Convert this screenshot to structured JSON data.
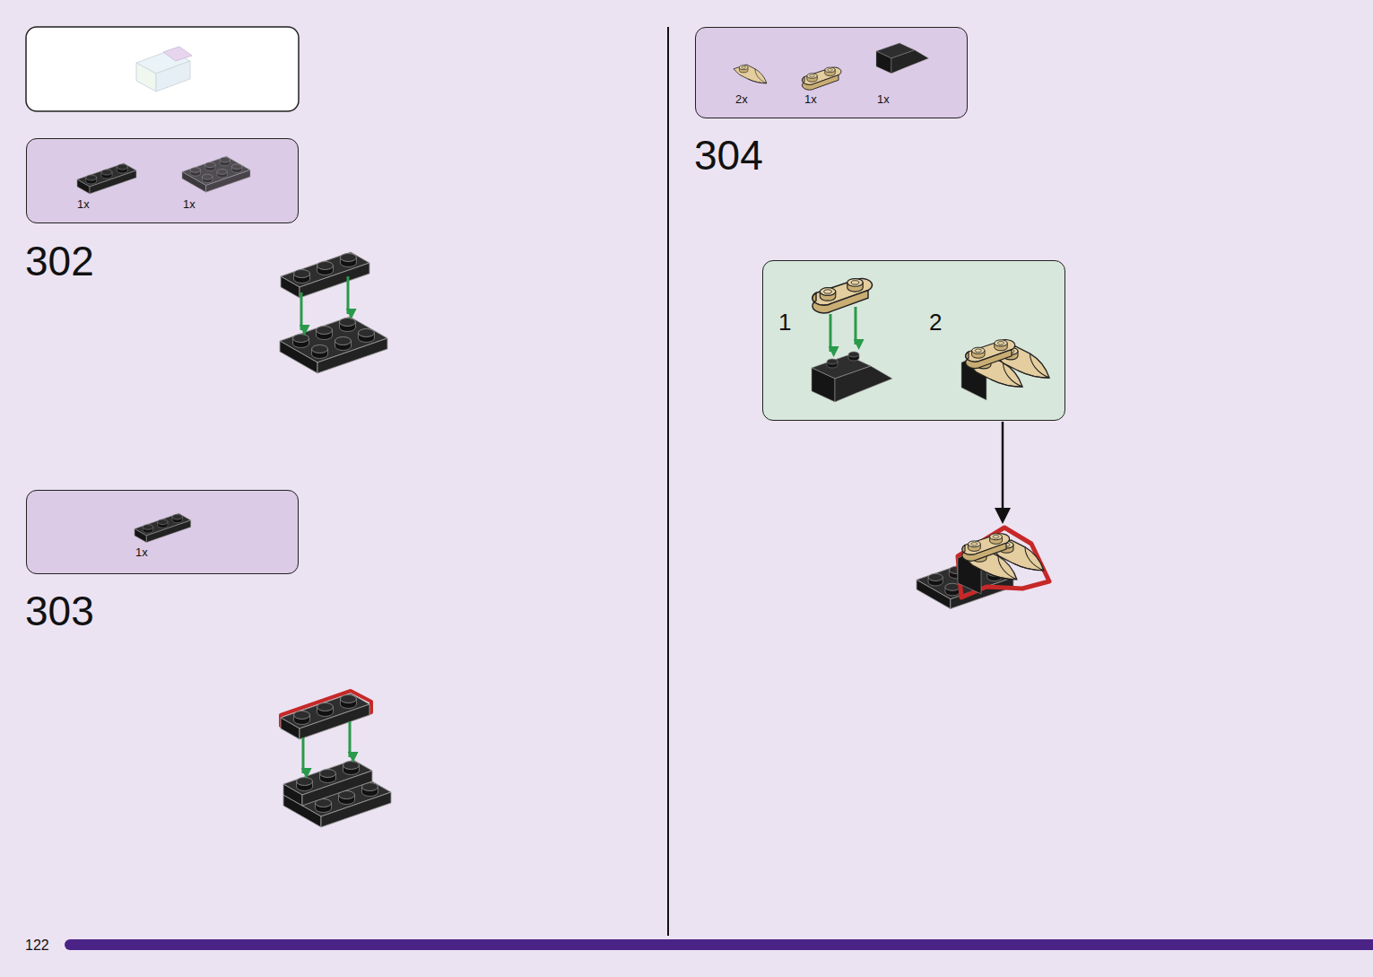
{
  "diagram": {
    "nodes": [
      {
        "text": [
          "1x",
          "1x"
        ]
      },
      {
        "text": [
          "1x"
        ]
      },
      {
        "text": [
          "2x",
          "1x",
          "1x"
        ]
      },
      {
        "text": [
          "1",
          "2"
        ]
      }
    ],
    "labels": [
      "302",
      "303",
      "304",
      "122"
    ]
  }
}
